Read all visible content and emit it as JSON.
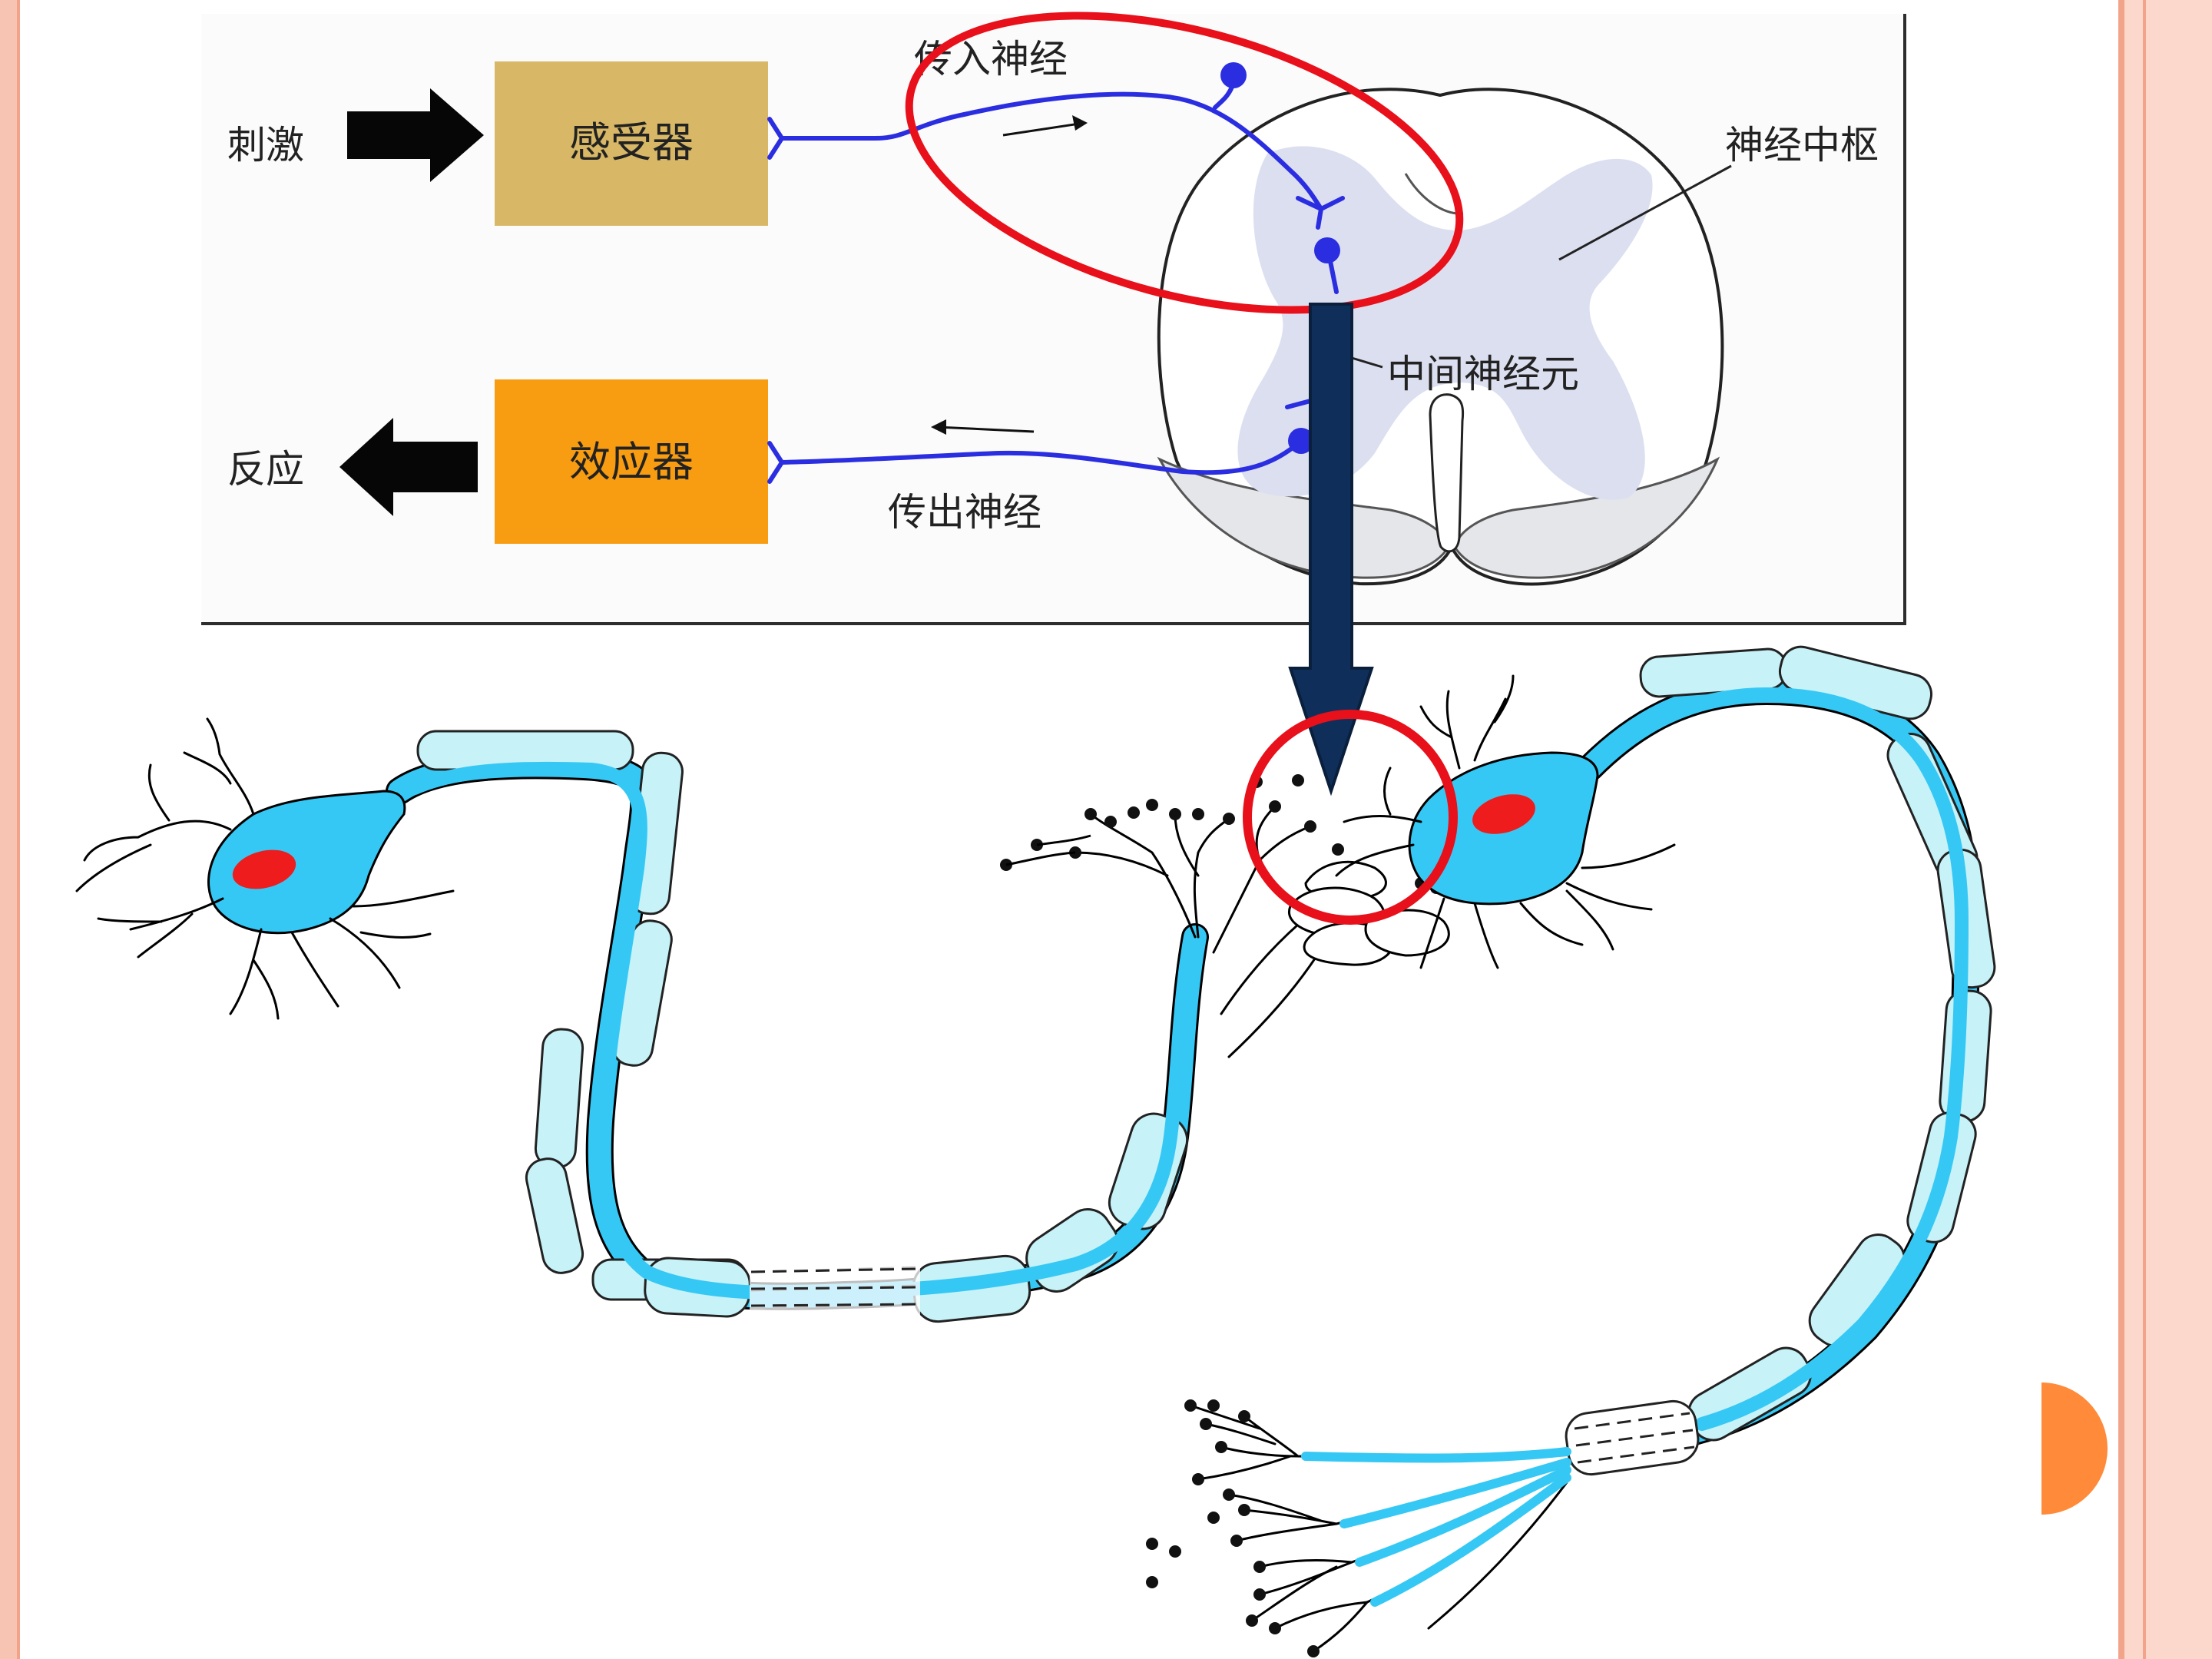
{
  "diagram": {
    "labels": {
      "stimulus": "刺激",
      "receptor": "感受器",
      "response": "反应",
      "effector": "效应器",
      "afferent_nerve": "传入神经",
      "efferent_nerve": "传出神经",
      "nerve_center": "神经中枢",
      "interneuron": "中间神经元"
    },
    "colors": {
      "receptor_box": "#d8b866",
      "effector_box": "#f89c11",
      "reflex_nerve": "#2a2ee0",
      "spinal_gray_matter": "#dcdff0",
      "neuron_body": "#36c8f4",
      "myelin_sheath": "#c7f2f8",
      "nucleus": "#ee1c1c",
      "highlight_circle": "#e8101a",
      "down_arrow": "#0f2f5a",
      "slide_border": "#f6b9a6",
      "slide_accent": "#ff8a3a"
    }
  }
}
